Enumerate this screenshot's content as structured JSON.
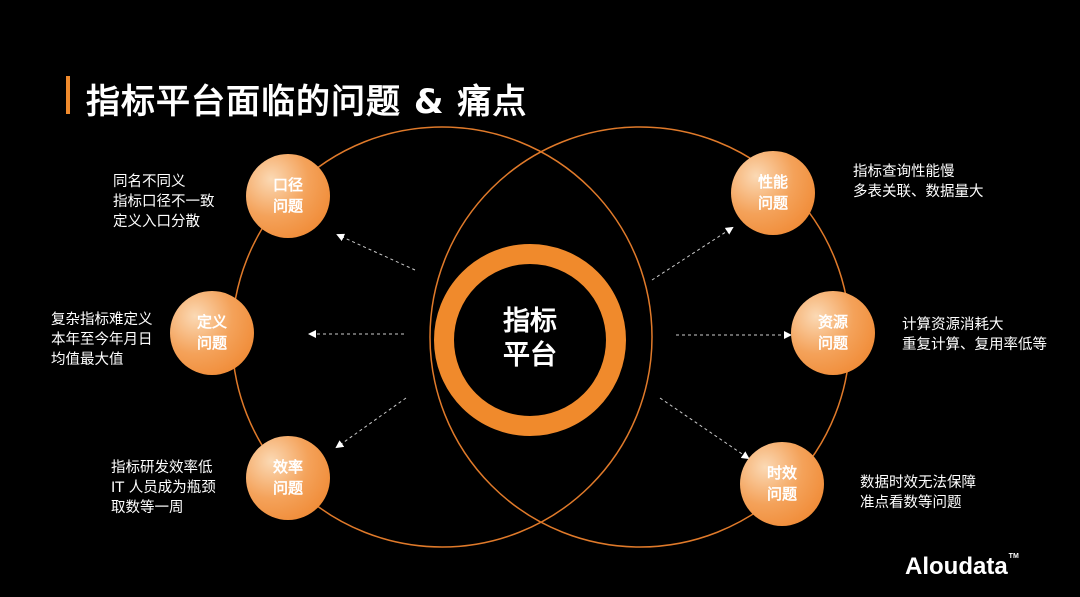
{
  "title": "指标平台面临的问题 & 痛点",
  "center": {
    "line1": "指标",
    "line2": "平台"
  },
  "problems": [
    {
      "l1": "口径",
      "l2": "问题",
      "desc": [
        "同名不同义",
        "指标口径不一致",
        "定义入口分散"
      ]
    },
    {
      "l1": "定义",
      "l2": "问题",
      "desc": [
        "复杂指标难定义",
        "本年至今年月日",
        "均值最大值"
      ]
    },
    {
      "l1": "效率",
      "l2": "问题",
      "desc": [
        "指标研发效率低",
        "IT 人员成为瓶颈",
        "取数等一周"
      ]
    },
    {
      "l1": "性能",
      "l2": "问题",
      "desc": [
        "指标查询性能慢",
        "多表关联、数据量大"
      ]
    },
    {
      "l1": "资源",
      "l2": "问题",
      "desc": [
        "计算资源消耗大",
        "重复计算、复用率低等"
      ]
    },
    {
      "l1": "时效",
      "l2": "问题",
      "desc": [
        "数据时效无法保障",
        "准点看数等问题"
      ]
    }
  ],
  "logo": {
    "text": "Aloudata",
    "tm": "TM"
  },
  "colors": {
    "accent": "#f08a2c",
    "background": "#000000"
  }
}
